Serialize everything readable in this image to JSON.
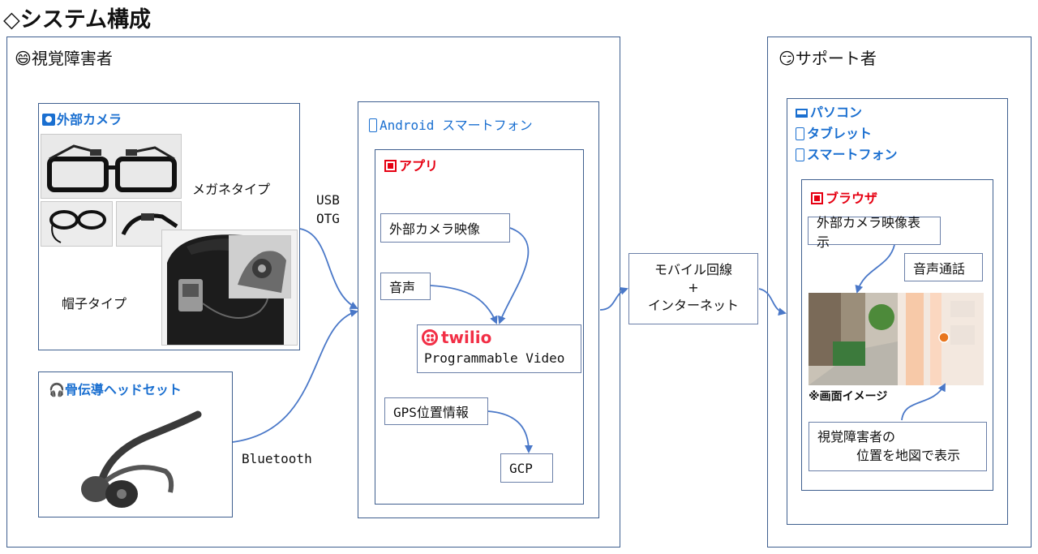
{
  "page": {
    "title_mark": "◇",
    "title": "システム構成"
  },
  "left_panel": {
    "face_icon": "😄",
    "heading": "視覚障害者",
    "camera": {
      "heading": "外部カメラ",
      "glasses_label": "メガネタイプ",
      "cap_label": "帽子タイプ"
    },
    "headset": {
      "heading": "骨伝導ヘッドセット"
    },
    "usb_label": "USB",
    "otg_label": "OTG",
    "bluetooth_label": "Bluetooth",
    "phone": {
      "heading": "Android スマートフォン",
      "app": {
        "heading": "アプリ",
        "camera_video": "外部カメラ映像",
        "audio": "音声",
        "twilio_logo": "twilio",
        "twilio_product": "Programmable Video",
        "gps": "GPS位置情報",
        "gcp": "GCP"
      }
    }
  },
  "network": {
    "line1": "モバイル回線",
    "plus": "+",
    "line2": "インターネット"
  },
  "right_panel": {
    "face_icon": "😏",
    "heading": "サポート者",
    "devices": [
      "パソコン",
      "タブレット",
      "スマートフォン"
    ],
    "browser": {
      "heading": "ブラウザ",
      "camera_display": "外部カメラ映像表示",
      "voice_call": "音声通話",
      "image_caption": "※画面イメージ",
      "map_label_line1": "視覚障害者の",
      "map_label_line2": "位置を地図で表示"
    }
  },
  "colors": {
    "accent_blue": "#1a6fd0",
    "box_border": "#3f5f8f",
    "connector": "#4a78c8",
    "app_red": "#e60012",
    "twilio_red": "#f22f46"
  }
}
